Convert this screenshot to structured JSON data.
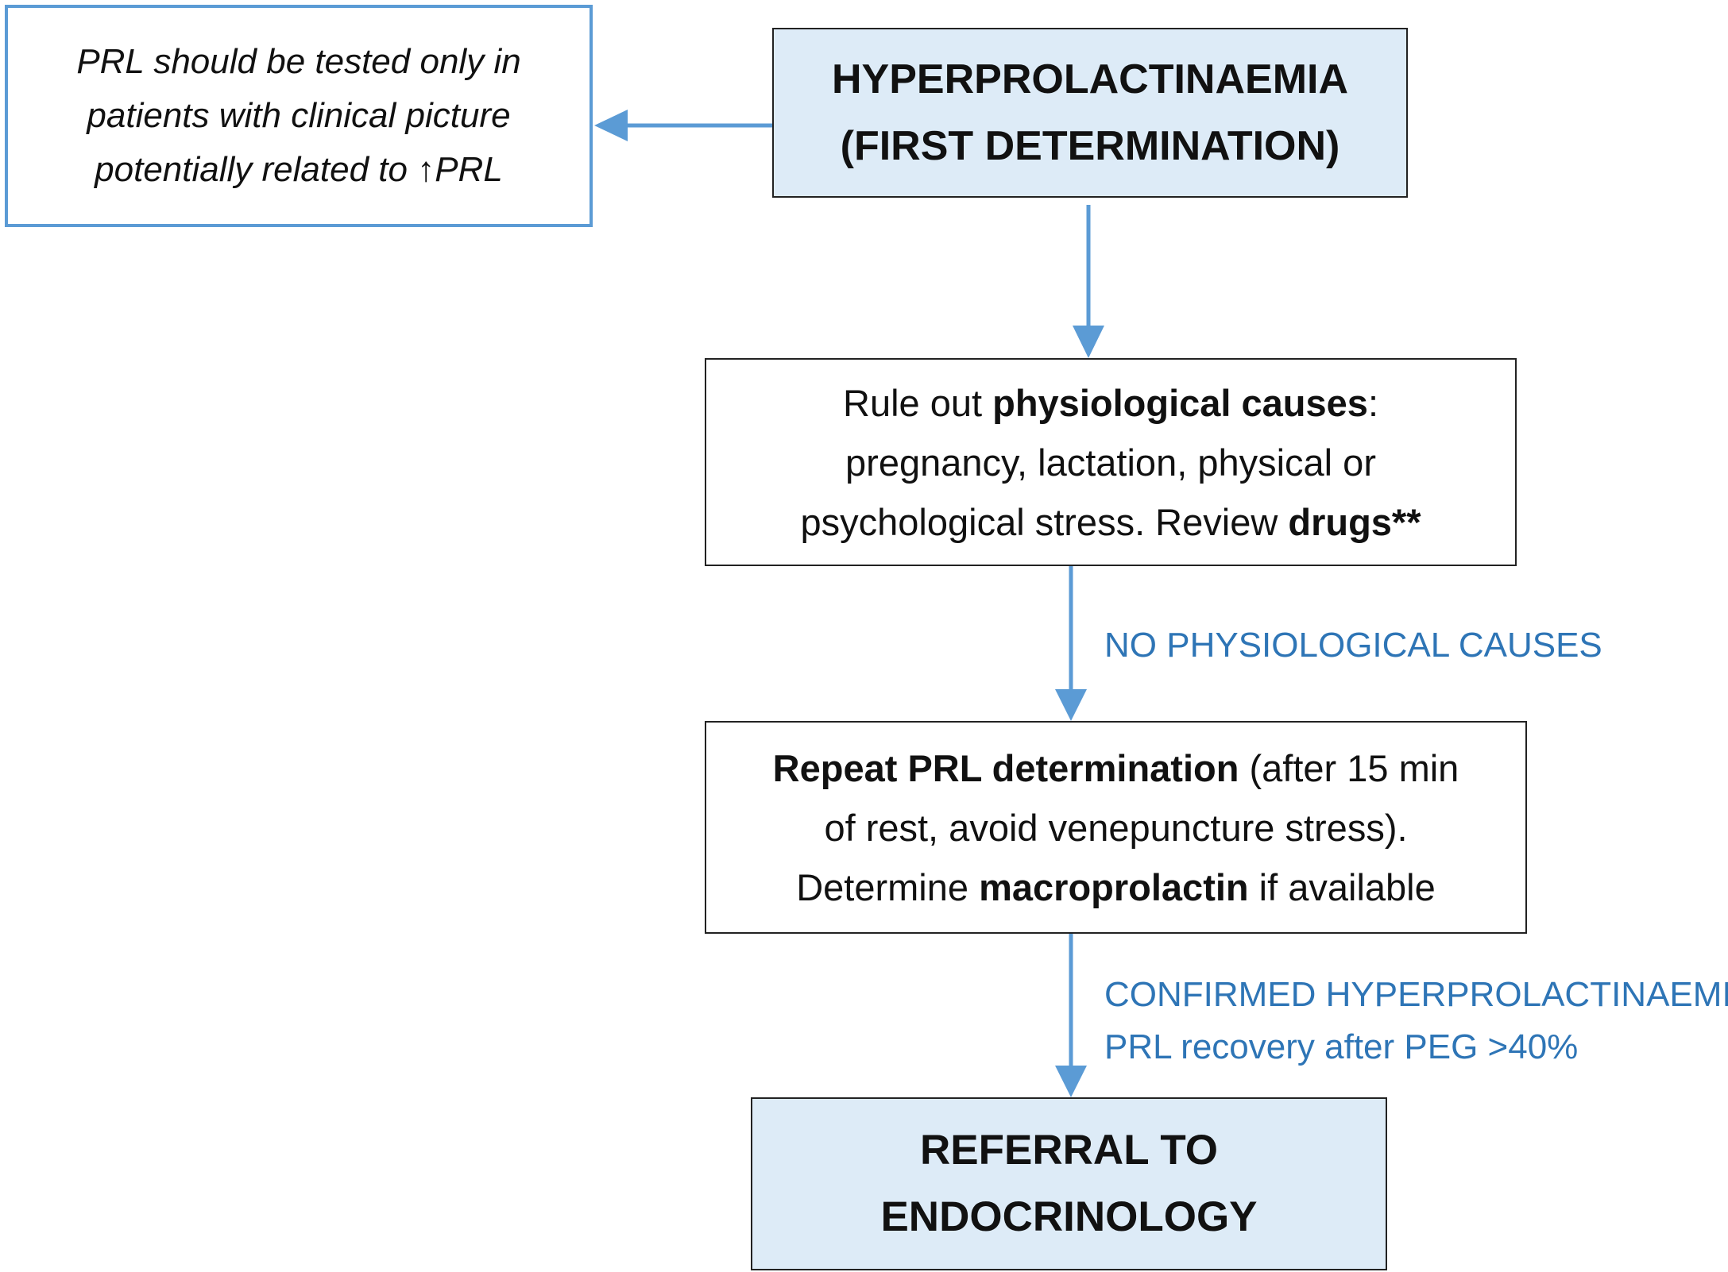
{
  "note": {
    "line1": "PRL should be tested only in",
    "line2": "patients with clinical picture",
    "line3": "potentially related to ↑PRL"
  },
  "first_box": {
    "line1": "HYPERPROLACTINAEMIA",
    "line2": "(FIRST DETERMINATION)"
  },
  "physio_box": {
    "l1_a": "Rule out ",
    "l1_b": "physiological causes",
    "l1_c": ":",
    "l2": "pregnancy, lactation, physical or",
    "l3_a": "psychological stress. Review ",
    "l3_b": "drugs**"
  },
  "edge_no_phys": "NO PHYSIOLOGICAL CAUSES",
  "repeat_box": {
    "l1_a": "Repeat PRL determination",
    "l1_b": " (after 15 min",
    "l2": "of rest, avoid venepuncture stress).",
    "l3_a": "Determine ",
    "l3_b": "macroprolactin",
    "l3_c": " if available"
  },
  "edge_confirmed": {
    "line1": "CONFIRMED HYPERPROLACTINAEMIA",
    "line2": "PRL recovery after PEG >40%"
  },
  "referral_box": {
    "line1": "REFERRAL TO",
    "line2": "ENDOCRINOLOGY"
  },
  "colors": {
    "accent_blue": "#5b9bd5",
    "label_blue": "#2e75b6",
    "box_fill": "#ddebf7"
  }
}
